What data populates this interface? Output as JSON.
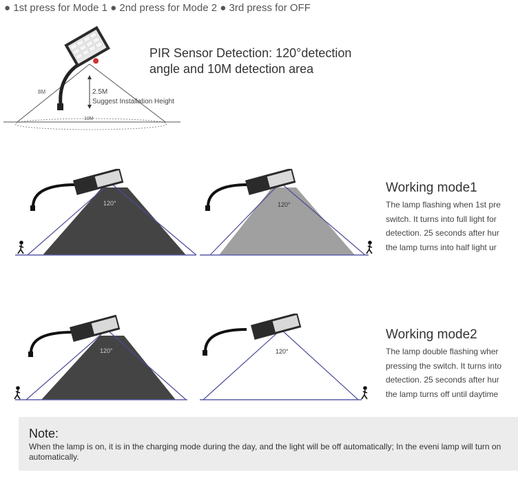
{
  "top_text": "● 1st press for Mode 1 ● 2nd press for Mode 2 ● 3rd press for OFF",
  "pir": {
    "title_line1": "PIR Sensor Detection: 120°detection",
    "title_line2": "angle and 10M detection area",
    "label_8m": "8M",
    "label_height": "2.5M",
    "label_suggest": "Suggest Installation Height",
    "label_10m": "10M"
  },
  "angle_label": "120°",
  "mode1": {
    "title": "Working mode1",
    "lines": [
      "The lamp flashing when 1st pre",
      "switch. It turns into full light for",
      "detection. 25 seconds after hur",
      "the lamp turns into half light ur"
    ]
  },
  "mode2": {
    "title": "Working mode2",
    "lines": [
      "The lamp double flashing wher",
      "pressing the switch. It turns into",
      "detection. 25 seconds after hur",
      "the lamp turns off until daytime"
    ]
  },
  "note": {
    "title": "Note:",
    "body": "When the lamp is on, it is in the charging mode during the day, and the light will be off automatically; In the eveni lamp will turn on automatically."
  },
  "colors": {
    "beam_dark": "#444444",
    "beam_gray": "#a0a0a0",
    "cone_line": "#4b4b9a",
    "ground": "#5b5ba8"
  }
}
